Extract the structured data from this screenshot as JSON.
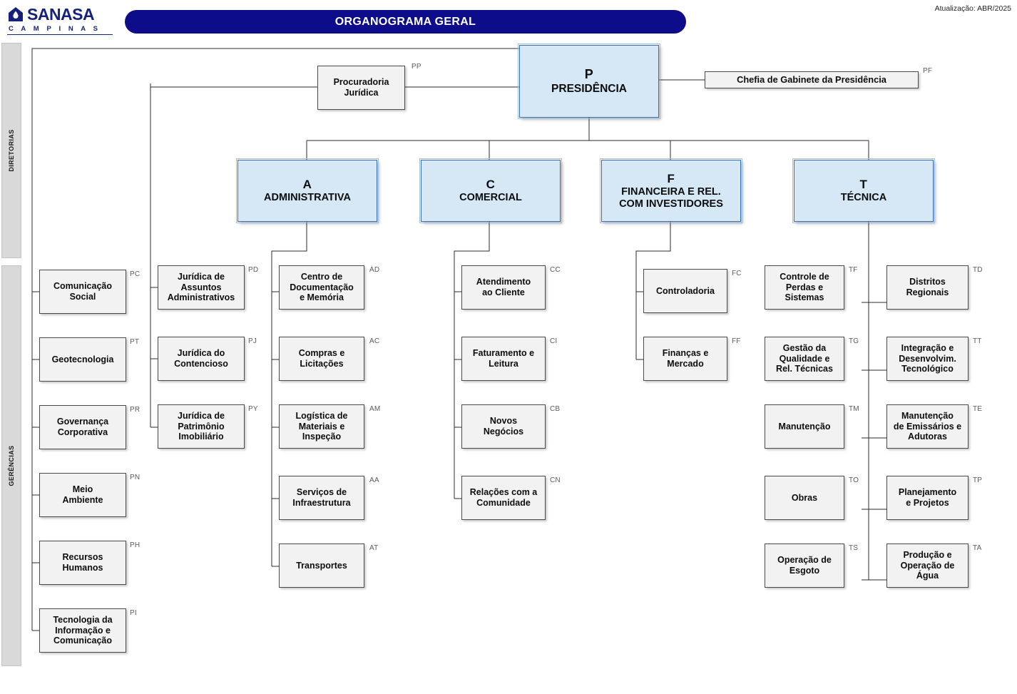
{
  "header": {
    "logo_word": "SANASA",
    "logo_sub": "C A M P I N A S",
    "logo_icon": "house-water-drop-icon",
    "title": "ORGANOGRAMA GERAL",
    "title_bg": "#0d0d8c",
    "update_label": "Atualização: ABR/2025"
  },
  "bands": [
    {
      "label": "DIRETORIAS"
    },
    {
      "label": "GERÊNCIAS"
    }
  ],
  "colors": {
    "directorate_fill": "#d6e8f5",
    "directorate_border": "#3f6fa8",
    "node_fill": "#f2f2f2",
    "node_border": "#4a4a4a",
    "band_fill": "#d9d9d9",
    "sigla_text": "#5a5a5a"
  },
  "presidency": {
    "code": "P",
    "name": "PRESIDÊNCIA"
  },
  "staff": [
    {
      "name": "Procuradoria Jurídica",
      "line1": "Procuradoria",
      "line2": "Jurídica",
      "sigla": "PP"
    },
    {
      "name": "Chefia de Gabinete da Presidência",
      "sigla": "PF"
    }
  ],
  "directorates": [
    {
      "code": "A",
      "name": "ADMINISTRATIVA",
      "name_lines": [
        "ADMINISTRATIVA"
      ]
    },
    {
      "code": "C",
      "name": "COMERCIAL",
      "name_lines": [
        "COMERCIAL"
      ]
    },
    {
      "code": "F",
      "name": "FINANCEIRA E REL. COM INVESTIDORES",
      "name_lines": [
        "FINANCEIRA E REL.",
        "COM INVESTIDORES"
      ]
    },
    {
      "code": "T",
      "name": "TÉCNICA",
      "name_lines": [
        "TÉCNICA"
      ]
    }
  ],
  "columns": {
    "presidency_gerencias": [
      {
        "lines": [
          "Comunicação",
          "Social"
        ],
        "sigla": "PC"
      },
      {
        "lines": [
          "Geotecnologia"
        ],
        "sigla": "PT"
      },
      {
        "lines": [
          "Governança",
          "Corporativa"
        ],
        "sigla": "PR"
      },
      {
        "lines": [
          "Meio",
          "Ambiente"
        ],
        "sigla": "PN"
      },
      {
        "lines": [
          "Recursos",
          "Humanos"
        ],
        "sigla": "PH"
      },
      {
        "lines": [
          "Tecnologia da",
          "Informação e",
          "Comunicação"
        ],
        "sigla": "PI"
      }
    ],
    "procuradoria_gerencias": [
      {
        "lines": [
          "Jurídica de",
          "Assuntos",
          "Administrativos"
        ],
        "sigla": "PD"
      },
      {
        "lines": [
          "Jurídica do",
          "Contencioso"
        ],
        "sigla": "PJ"
      },
      {
        "lines": [
          "Jurídica de",
          "Patrimônio",
          "Imobiliário"
        ],
        "sigla": "PY"
      }
    ],
    "administrativa_gerencias": [
      {
        "lines": [
          "Centro de",
          "Documentação",
          "e Memória"
        ],
        "sigla": "AD"
      },
      {
        "lines": [
          "Compras e",
          "Licitações"
        ],
        "sigla": "AC"
      },
      {
        "lines": [
          "Logística de",
          "Materiais e",
          "Inspeção"
        ],
        "sigla": "AM"
      },
      {
        "lines": [
          "Serviços de",
          "Infraestrutura"
        ],
        "sigla": "AA"
      },
      {
        "lines": [
          "Transportes"
        ],
        "sigla": "AT"
      }
    ],
    "comercial_gerencias": [
      {
        "lines": [
          "Atendimento",
          "ao Cliente"
        ],
        "sigla": "CC"
      },
      {
        "lines": [
          "Faturamento e",
          "Leitura"
        ],
        "sigla": "CI"
      },
      {
        "lines": [
          "Novos",
          "Negócios"
        ],
        "sigla": "CB"
      },
      {
        "lines": [
          "Relações com a",
          "Comunidade"
        ],
        "sigla": "CN"
      }
    ],
    "financeira_gerencias": [
      {
        "lines": [
          "Controladoria"
        ],
        "sigla": "FC"
      },
      {
        "lines": [
          "Finanças e",
          "Mercado"
        ],
        "sigla": "FF"
      }
    ],
    "tecnica_gerencias_left": [
      {
        "lines": [
          "Controle de",
          "Perdas e",
          "Sistemas"
        ],
        "sigla": "TF"
      },
      {
        "lines": [
          "Gestão da",
          "Qualidade e",
          "Rel. Técnicas"
        ],
        "sigla": "TG"
      },
      {
        "lines": [
          "Manutenção"
        ],
        "sigla": "TM"
      },
      {
        "lines": [
          "Obras"
        ],
        "sigla": "TO"
      },
      {
        "lines": [
          "Operação de",
          "Esgoto"
        ],
        "sigla": "TS"
      }
    ],
    "tecnica_gerencias_right": [
      {
        "lines": [
          "Distritos",
          "Regionais"
        ],
        "sigla": "TD"
      },
      {
        "lines": [
          "Integração e",
          "Desenvolvim.",
          "Tecnológico"
        ],
        "sigla": "TT"
      },
      {
        "lines": [
          "Manutenção",
          "de Emissários e",
          "Adutoras"
        ],
        "sigla": "TE"
      },
      {
        "lines": [
          "Planejamento",
          "e Projetos"
        ],
        "sigla": "TP"
      },
      {
        "lines": [
          "Produção e",
          "Operação de",
          "Água"
        ],
        "sigla": "TA"
      }
    ]
  }
}
